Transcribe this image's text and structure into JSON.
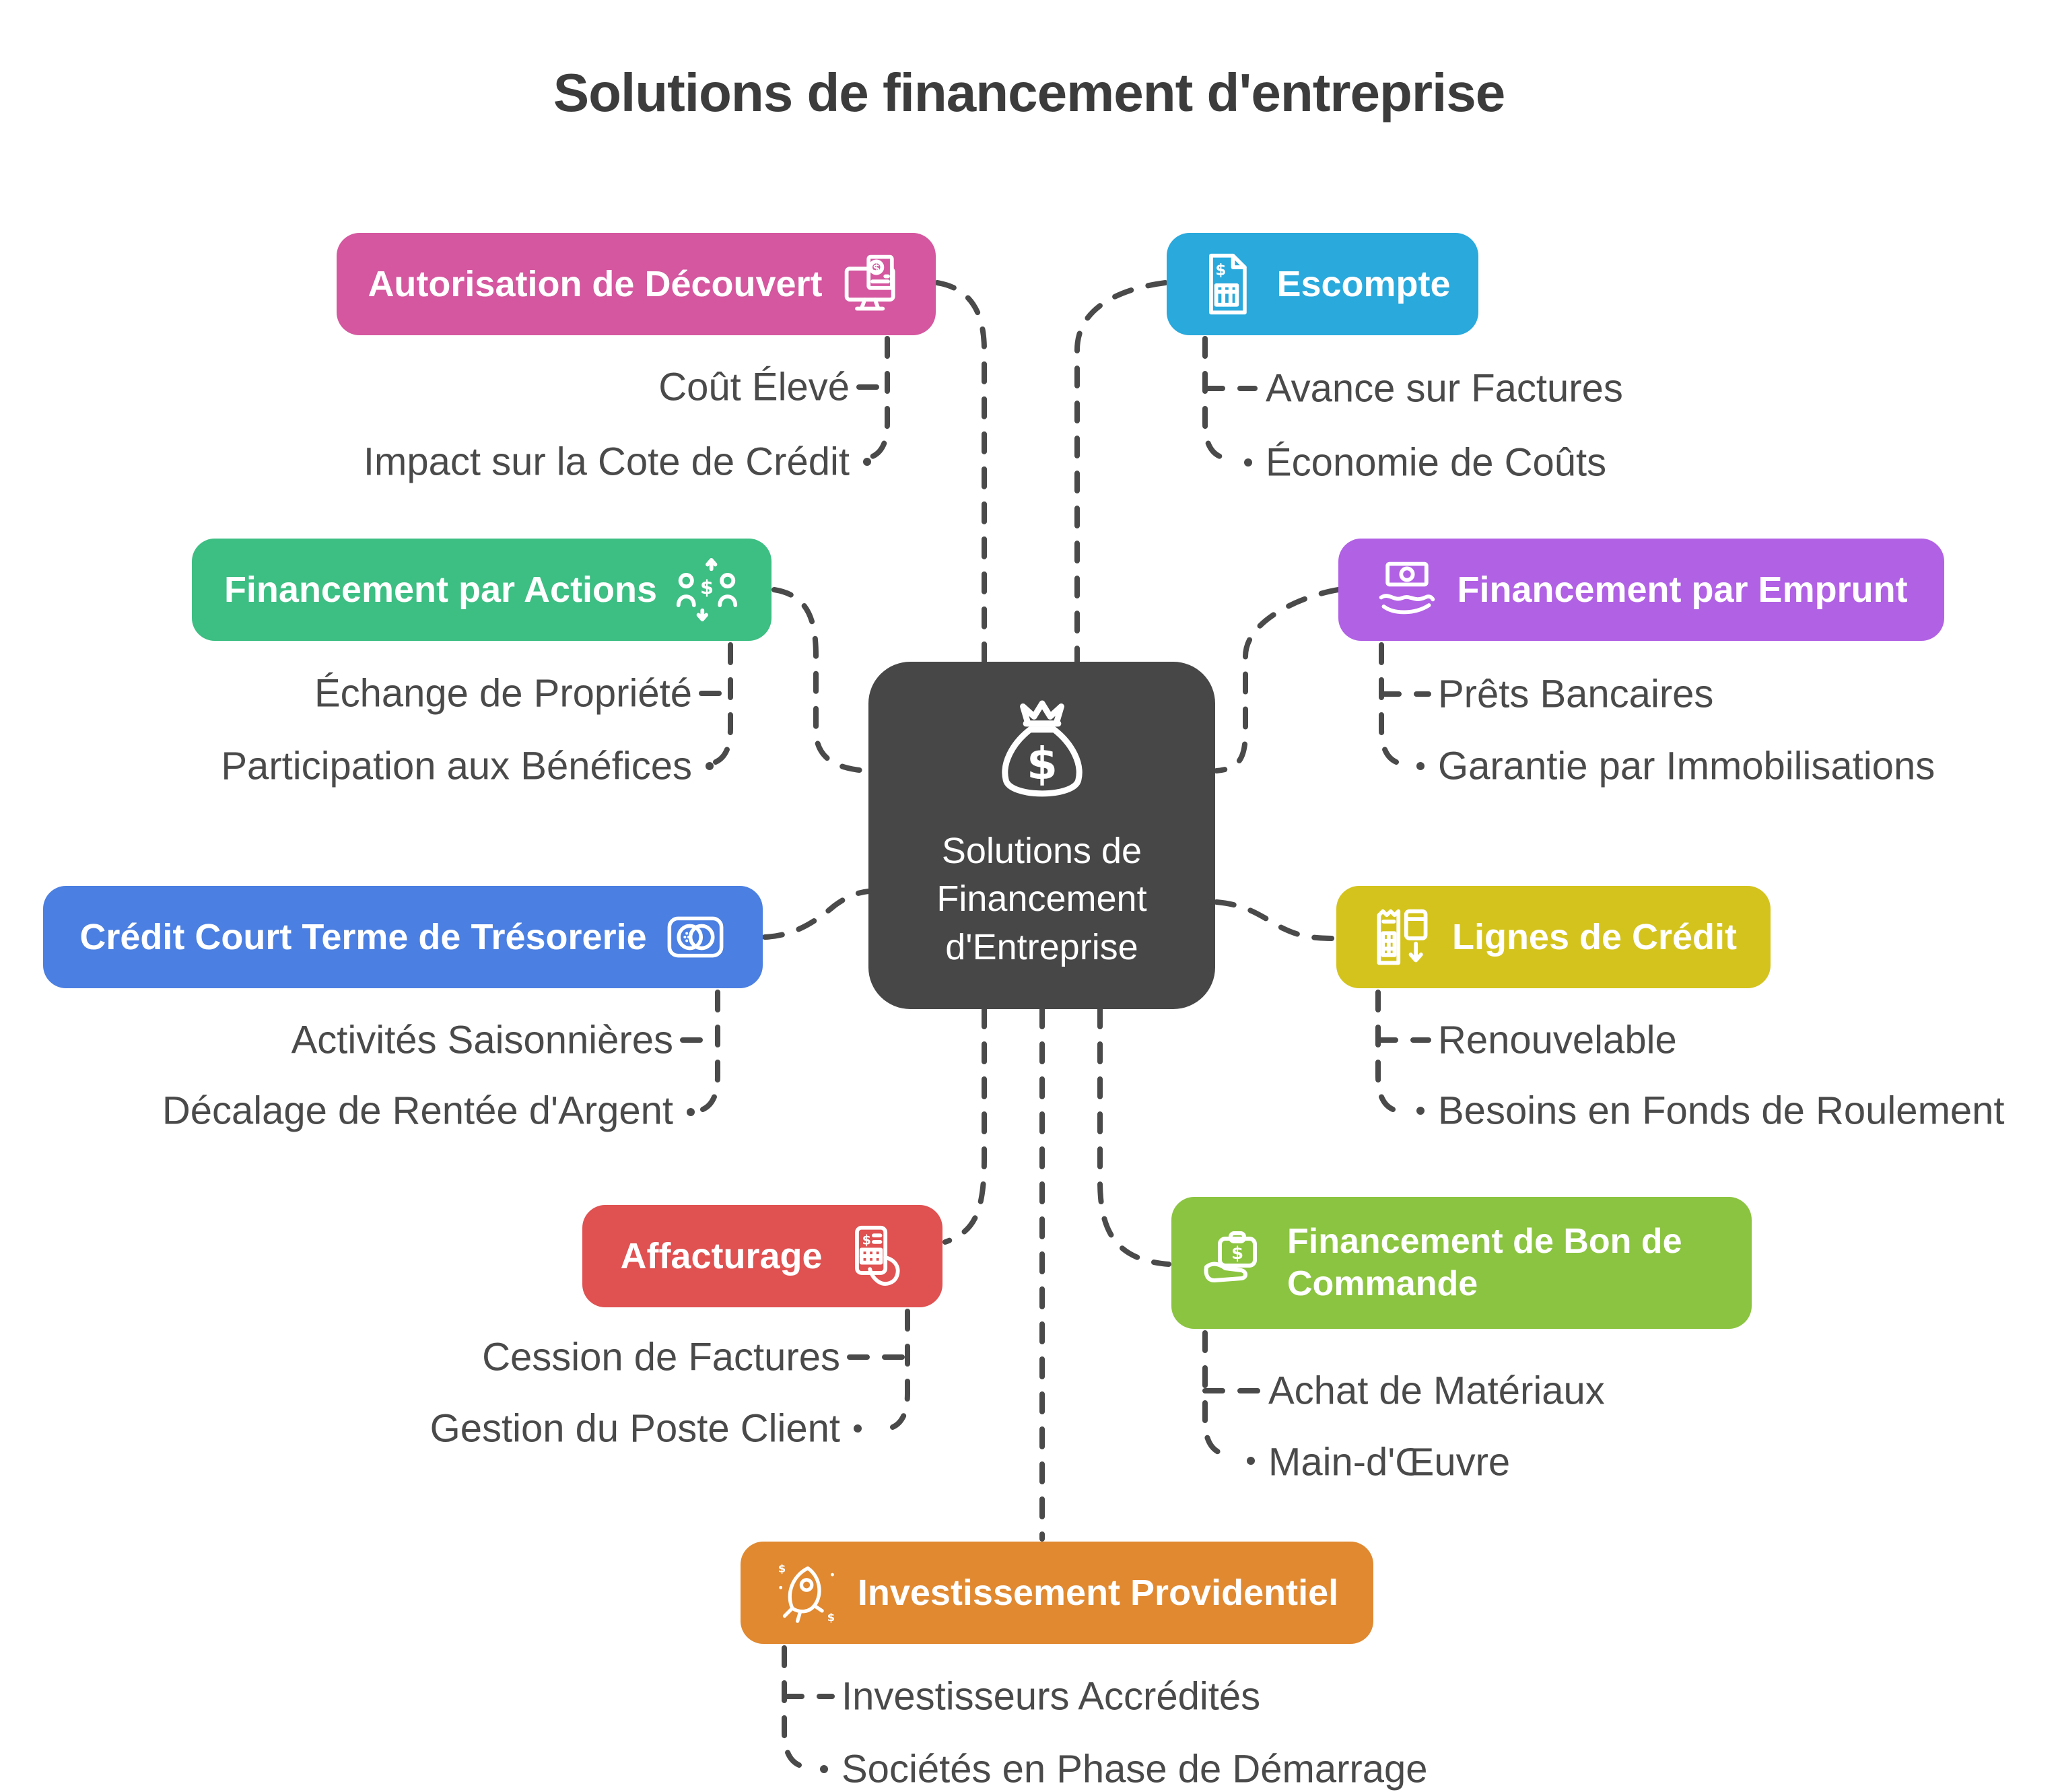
{
  "title": "Solutions de financement d'entreprise",
  "connector_color": "#4a4a4a",
  "text_color": "#4a4a4a",
  "center": {
    "label_lines": [
      "Solutions de",
      "Financement",
      "d'Entreprise"
    ],
    "icon": "money-bag-icon",
    "color": "#474747"
  },
  "branches": [
    {
      "id": "autorisation-de-decouvert",
      "label": "Autorisation de Découvert",
      "color": "#d4579f",
      "icon": "monitor-dollar-icon",
      "icon_side": "right",
      "children": [
        "Coût Élevé",
        "Impact sur la Cote de Crédit"
      ]
    },
    {
      "id": "escompte",
      "label": "Escompte",
      "color": "#29a9dc",
      "icon": "invoice-discount-icon",
      "icon_side": "left",
      "children": [
        "Avance sur Factures",
        "Économie de Coûts"
      ]
    },
    {
      "id": "financement-par-actions",
      "label": "Financement par Actions",
      "color": "#3dbe83",
      "icon": "equity-exchange-icon",
      "icon_side": "right",
      "children": [
        "Échange de Propriété",
        "Participation aux Bénéfices"
      ]
    },
    {
      "id": "financement-par-emprunt",
      "label": "Financement par Emprunt",
      "color": "#b161e4",
      "icon": "cash-in-hand-icon",
      "icon_side": "left",
      "children": [
        "Prêts Bancaires",
        "Garantie par Immobilisations"
      ]
    },
    {
      "id": "credit-court-terme-de-tresorerie",
      "label": "Crédit Court Terme de Trésorerie",
      "color": "#4b7fe1",
      "icon": "coins-icon",
      "icon_side": "right",
      "children": [
        "Activités Saisonnières",
        "Décalage de Rentée d'Argent"
      ]
    },
    {
      "id": "lignes-de-credit",
      "label": "Lignes de Crédit",
      "color": "#d4c31d",
      "icon": "calculator-card-icon",
      "icon_side": "left",
      "children": [
        "Renouvelable",
        "Besoins en Fonds de Roulement"
      ]
    },
    {
      "id": "affacturage",
      "label": "Affacturage",
      "color": "#e05151",
      "icon": "billing-hand-icon",
      "icon_side": "right",
      "children": [
        "Cession de Factures",
        "Gestion du Poste Client"
      ]
    },
    {
      "id": "financement-bon-de-commande",
      "label": "Financement de Bon de Commande",
      "color": "#8bc440",
      "icon": "briefcase-hand-icon",
      "icon_side": "left",
      "children": [
        "Achat de Matériaux",
        "Main-d'Œuvre"
      ]
    },
    {
      "id": "investissement-providentiel",
      "label": "Investissement Providentiel",
      "color": "#e08931",
      "icon": "rocket-icon",
      "icon_side": "left",
      "children": [
        "Investisseurs Accrédités",
        "Sociétés en Phase de Démarrage"
      ]
    }
  ]
}
